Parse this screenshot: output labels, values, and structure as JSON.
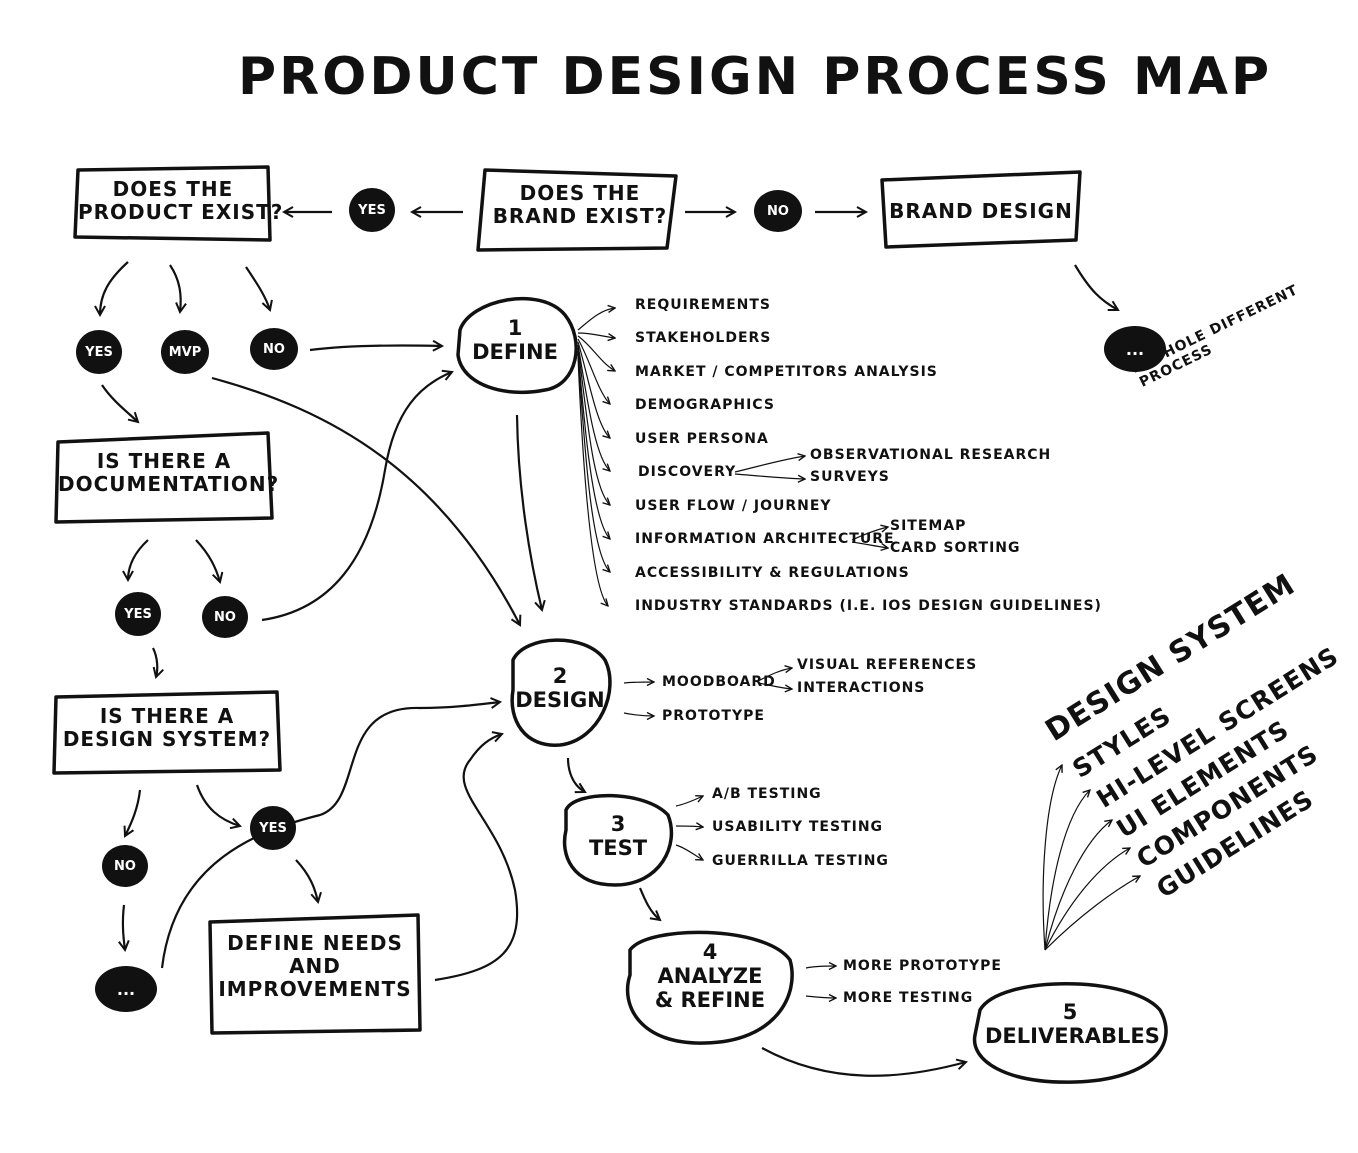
{
  "title": "PRODUCT DESIGN PROCESS MAP",
  "questions": {
    "brand_exist": [
      "DOES THE",
      "BRAND EXIST?"
    ],
    "product_exist": [
      "DOES THE",
      "PRODUCT EXIST?"
    ],
    "documentation": [
      "IS THERE A",
      "DOCUMENTATION?"
    ],
    "design_system": [
      "IS THERE A",
      "DESIGN SYSTEM?"
    ]
  },
  "boxes": {
    "brand_design": "BRAND DESIGN",
    "define_needs": [
      "DEFINE NEEDS",
      "AND",
      "IMPROVEMENTS"
    ]
  },
  "answers": {
    "brand_yes": "YES",
    "brand_no": "NO",
    "product_yes": "YES",
    "product_mvp": "MVP",
    "product_no": "NO",
    "doc_yes": "YES",
    "doc_no": "NO",
    "ds_yes": "YES",
    "ds_no": "NO",
    "ellipsis_left": "...",
    "ellipsis_right": "..."
  },
  "other_process_note": [
    "A WHOLE DIFFERENT",
    "PROCESS"
  ],
  "steps": {
    "define": {
      "number": "1",
      "label": "DEFINE"
    },
    "design": {
      "number": "2",
      "label": "DESIGN"
    },
    "test": {
      "number": "3",
      "label": "TEST"
    },
    "analyze": {
      "number": "4",
      "label": [
        "ANALYZE",
        "& REFINE"
      ]
    },
    "deliverables": {
      "number": "5",
      "label": "DELIVERABLES"
    }
  },
  "define_items": [
    "REQUIREMENTS",
    "STAKEHOLDERS",
    "MARKET / COMPETITORS ANALYSIS",
    "DEMOGRAPHICS",
    "USER PERSONA",
    "DISCOVERY",
    "USER FLOW / JOURNEY",
    "INFORMATION ARCHITECTURE",
    "ACCESSIBILITY & REGULATIONS",
    "INDUSTRY STANDARDS (I.E. IOS DESIGN GUIDELINES)"
  ],
  "discovery_sub": [
    "OBSERVATIONAL RESEARCH",
    "SURVEYS"
  ],
  "ia_sub": [
    "SITEMAP",
    "CARD SORTING"
  ],
  "design_items": [
    "MOODBOARD",
    "PROTOTYPE"
  ],
  "moodboard_sub": [
    "VISUAL REFERENCES",
    "INTERACTIONS"
  ],
  "test_items": [
    "A/B TESTING",
    "USABILITY TESTING",
    "GUERRILLA TESTING"
  ],
  "analyze_items": [
    "MORE PROTOTYPE",
    "MORE TESTING"
  ],
  "design_system": {
    "heading": "DESIGN SYSTEM",
    "items": [
      "STYLES",
      "HI-LEVEL SCREENS",
      "UI ELEMENTS",
      "COMPONENTS",
      "GUIDELINES"
    ]
  },
  "colors": {
    "ink": "#111111",
    "paper": "#ffffff"
  }
}
